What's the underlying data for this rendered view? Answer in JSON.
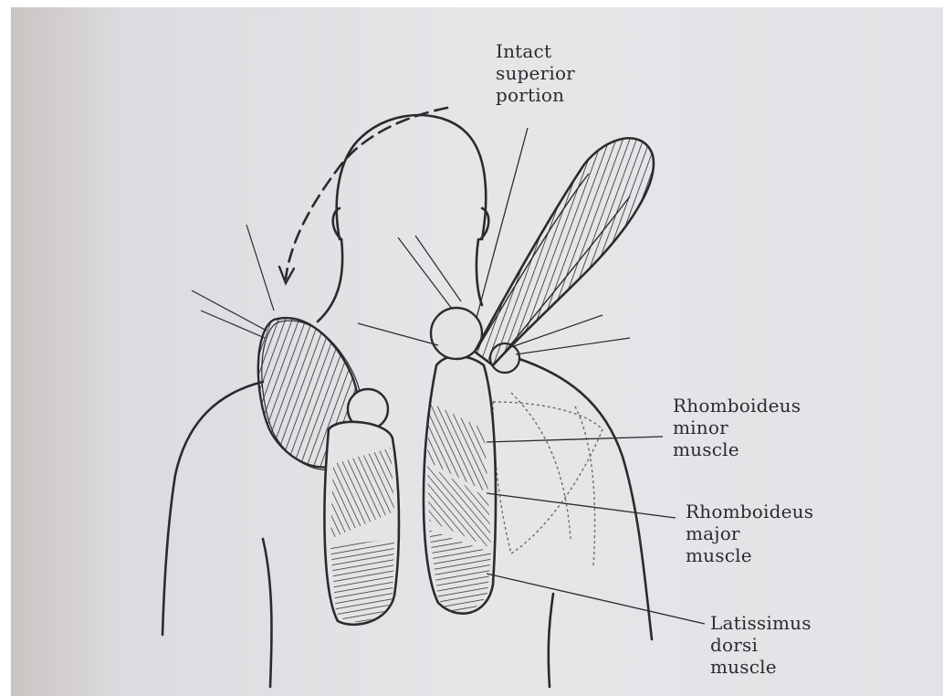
{
  "labels": {
    "intact_superior_portion": "Intact\nsuperior\nportion",
    "rhomboideus_minor": "Rhomboideus\nminor\nmuscle",
    "rhomboideus_major": "Rhomboideus\nmajor\nmuscle",
    "latissimus_dorsi": "Latissimus\ndorsi\nmuscle"
  },
  "colors": {
    "page": "#e3e3e6",
    "ink": "#2b2b2e",
    "left_shadow": "#c6c0c0"
  }
}
